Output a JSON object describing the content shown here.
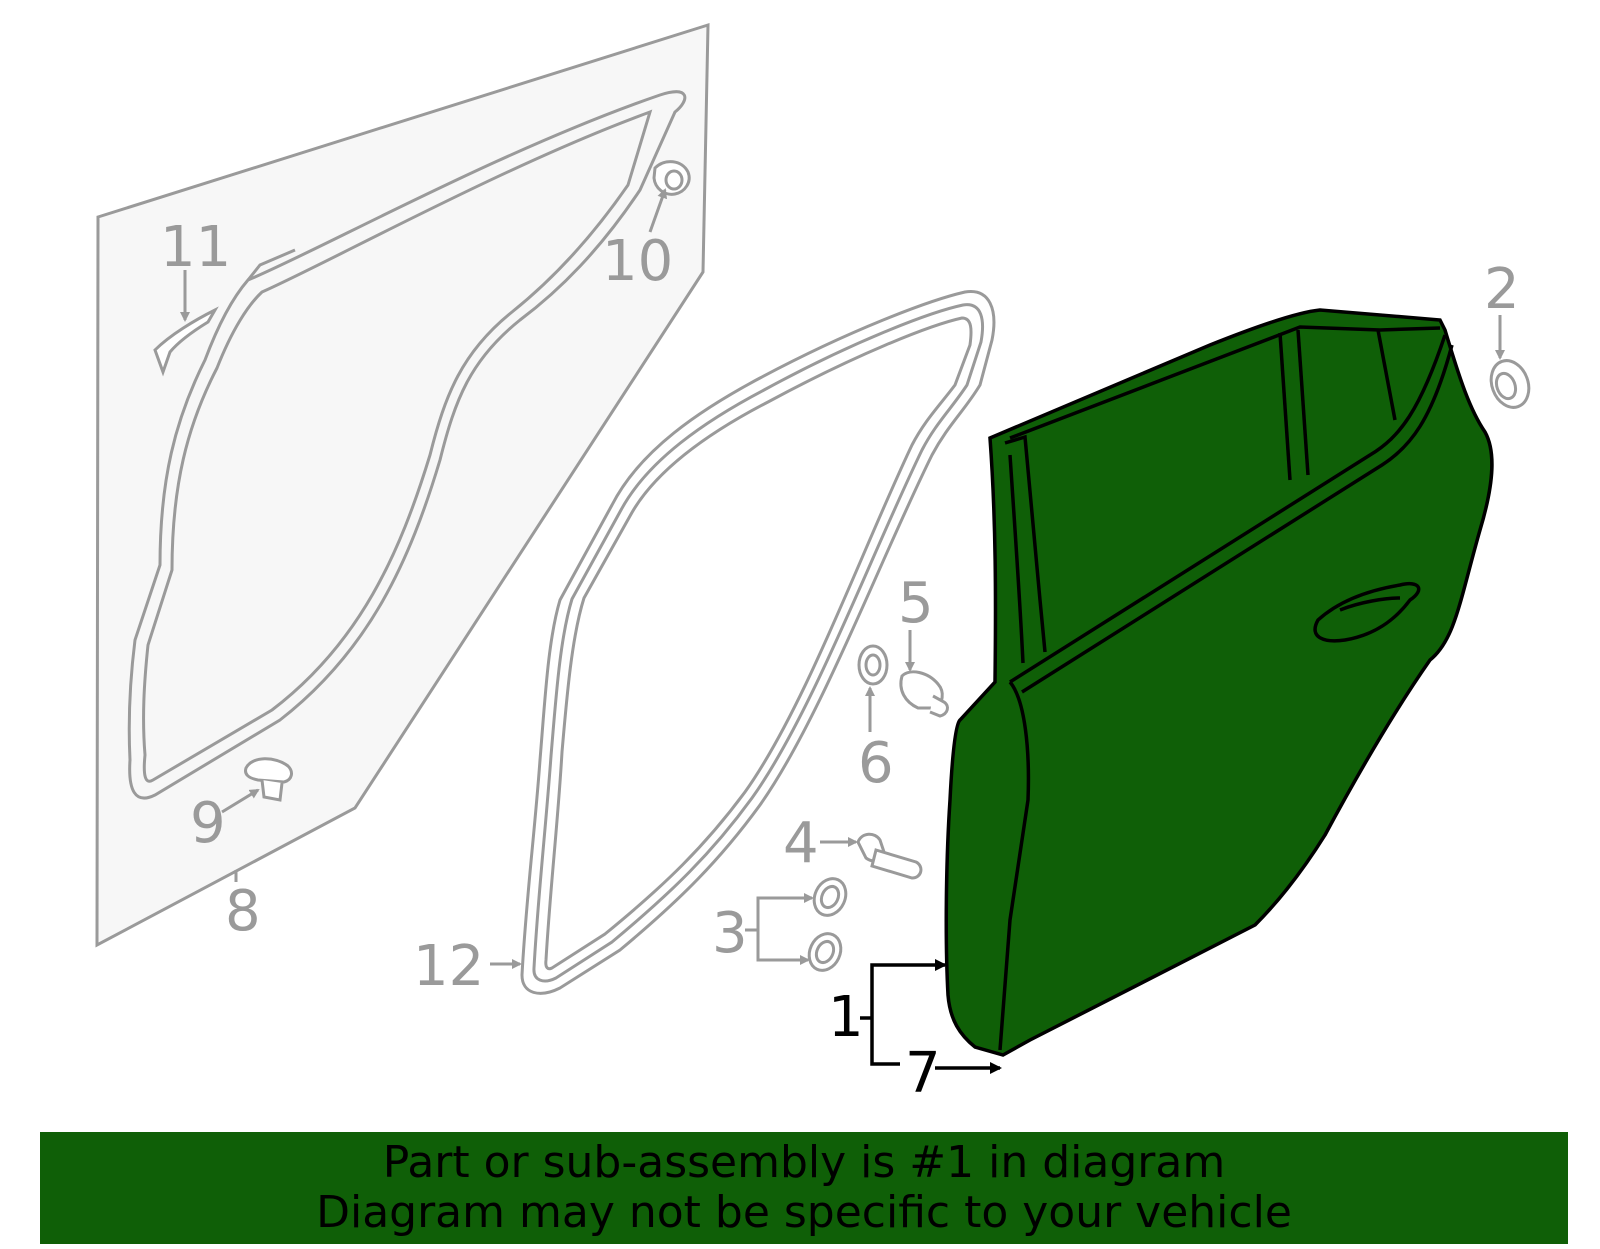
{
  "colors": {
    "highlight": "#0f5f07",
    "parts_line": "#9a9a9a",
    "main_line": "#000000",
    "panel_fill": "#f7f7f7"
  },
  "callouts": {
    "c1": "1",
    "c2": "2",
    "c3": "3",
    "c4": "4",
    "c5": "5",
    "c6": "6",
    "c7": "7",
    "c8": "8",
    "c9": "9",
    "c10": "10",
    "c11": "11",
    "c12": "12"
  },
  "banner": {
    "line1": "Part or sub-assembly is #1 in diagram",
    "line2": "Diagram may not be specific to your vehicle"
  }
}
